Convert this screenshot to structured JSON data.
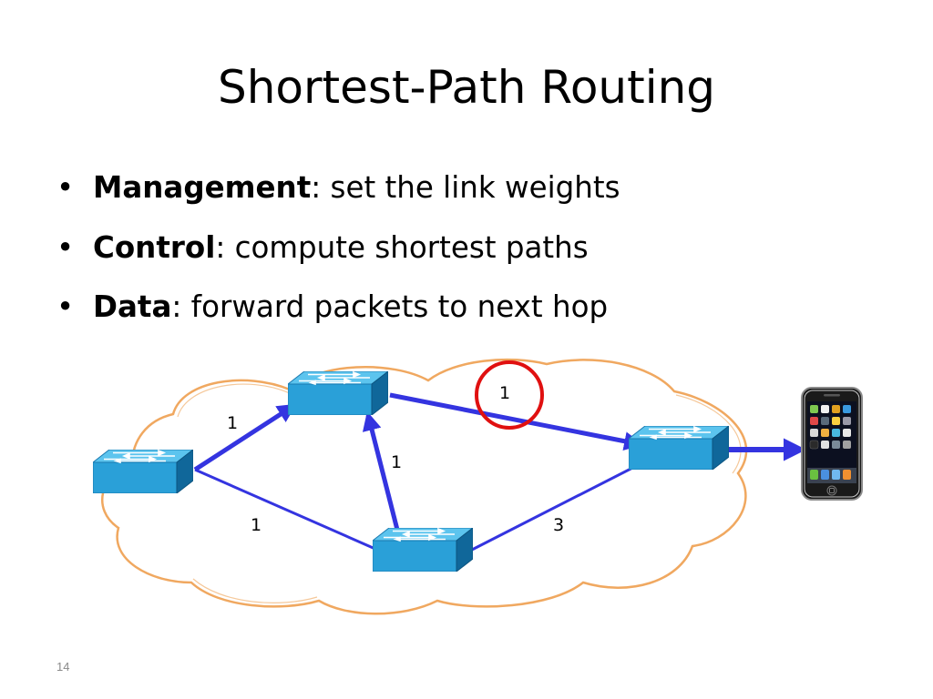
{
  "slide": {
    "title": "Shortest-Path Routing",
    "page_number": "14"
  },
  "bullets": [
    {
      "term": "Management",
      "text": ": set the link weights"
    },
    {
      "term": "Control",
      "text": ": compute shortest paths"
    },
    {
      "term": "Data",
      "text": ": forward packets to next hop"
    }
  ],
  "diagram": {
    "link_weights": [
      {
        "from": "switch-left",
        "to": "switch-top",
        "weight": "1"
      },
      {
        "from": "switch-bottom",
        "to": "switch-top",
        "weight": "1"
      },
      {
        "from": "switch-top",
        "to": "switch-right",
        "weight": "1"
      },
      {
        "from": "switch-left",
        "to": "switch-bottom",
        "weight": "1"
      },
      {
        "from": "switch-bottom",
        "to": "switch-right",
        "weight": "3"
      }
    ],
    "colors": {
      "link": "#3434e0",
      "highlight_circle": "#e01010",
      "cloud_outline": "#f0a860",
      "switch_face": "#2aa0d8",
      "switch_top": "#5cc4ee",
      "switch_side": "#10679a"
    }
  }
}
